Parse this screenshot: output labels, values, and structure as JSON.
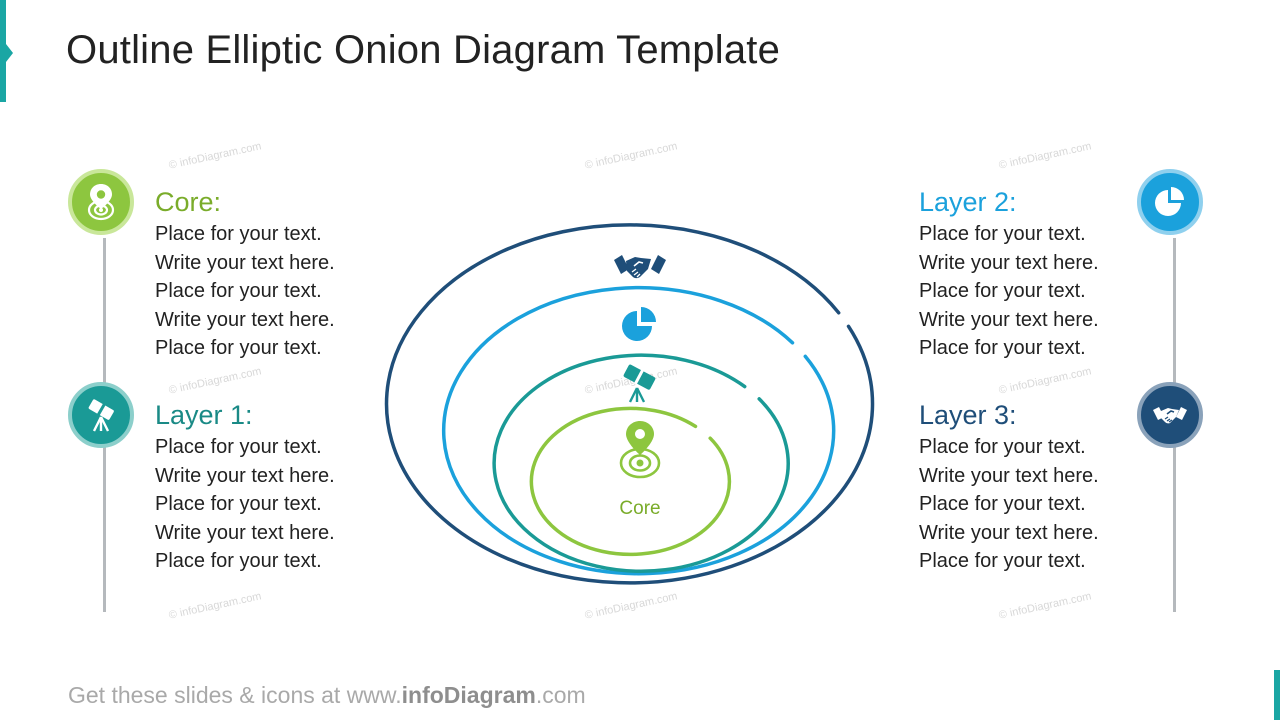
{
  "title": "Outline Elliptic Onion Diagram Template",
  "footer": {
    "prefix": "Get these slides & icons at www.",
    "brand": "infoDiagram",
    "suffix": ".com"
  },
  "watermark_text": "© infoDiagram.com",
  "colors": {
    "core": "#8dc63f",
    "layer1": "#1a9a96",
    "layer2": "#1ba1dc",
    "layer3": "#1f4e79",
    "line": "#b5b9bd",
    "text": "#222222",
    "accent": "#1aa6a4"
  },
  "blocks": {
    "core": {
      "heading": "Core:",
      "icon": "location-target-icon",
      "lines": [
        "Place for your text.",
        "Write your text here.",
        "Place for your text.",
        "Write your text here.",
        "Place for your text."
      ]
    },
    "layer1": {
      "heading": "Layer 1:",
      "icon": "telescope-icon",
      "lines": [
        "Place for your text.",
        "Write your text here.",
        "Place for your text.",
        "Write your text here.",
        "Place for your text."
      ]
    },
    "layer2": {
      "heading": "Layer 2:",
      "icon": "pie-chart-icon",
      "lines": [
        "Place for your text.",
        "Write your text here.",
        "Place for your text.",
        "Write your text here.",
        "Place for your text."
      ]
    },
    "layer3": {
      "heading": "Layer 3:",
      "icon": "handshake-icon",
      "lines": [
        "Place for your text.",
        "Write your text here.",
        "Place for your text.",
        "Write your text here.",
        "Place for your text."
      ]
    }
  },
  "diagram": {
    "core_label": "Core"
  }
}
